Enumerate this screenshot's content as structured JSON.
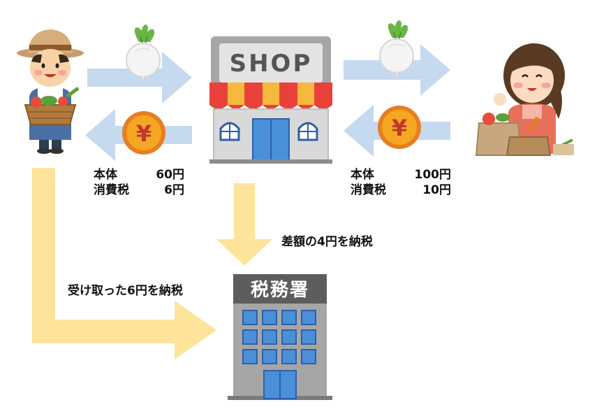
{
  "shop": {
    "sign": "SHOP"
  },
  "tax_office": {
    "sign": "税務署"
  },
  "left_payment": {
    "rows": [
      {
        "label": "本体",
        "amount": "60円"
      },
      {
        "label": "消費税",
        "amount": "6円"
      }
    ]
  },
  "right_payment": {
    "rows": [
      {
        "label": "本体",
        "amount": "100円"
      },
      {
        "label": "消費税",
        "amount": "10円"
      }
    ]
  },
  "shop_tax_note": "差額の4円を納税",
  "farmer_tax_note": "受け取った6円を納税",
  "yen_symbol": "¥",
  "icons": {
    "farmer": "farmer-icon",
    "customer": "customer-icon",
    "turnip": "turnip-icon",
    "coin": "yen-coin-icon"
  },
  "colors": {
    "goods_arrow": "#c5d9ef",
    "tax_arrow": "#fde49a",
    "coin_orange": "#f39c12",
    "awning_red": "#e9413a",
    "awning_yellow": "#f6b83d",
    "building_gray": "#a6a6a6"
  }
}
